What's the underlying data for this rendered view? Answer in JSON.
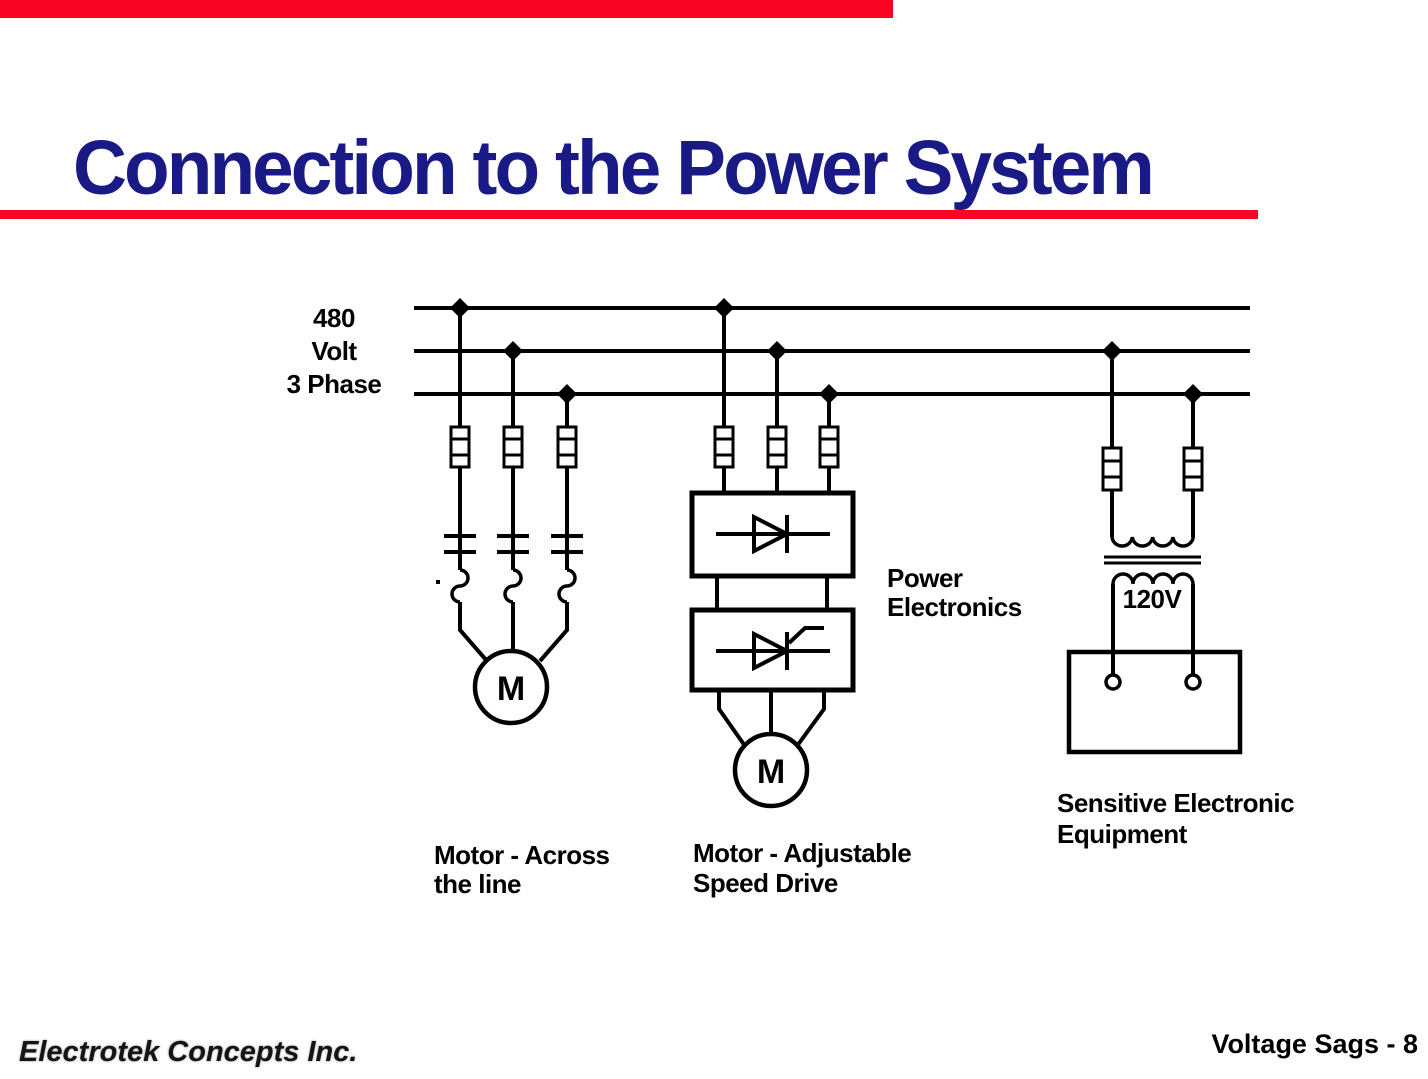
{
  "slide": {
    "title": "Connection to the Power System",
    "footer_left": "Electrotek Concepts Inc.",
    "footer_right": "Voltage Sags - 8"
  },
  "colors": {
    "title_navy": "#1a1a87",
    "accent_red": "#fa0423",
    "diagram_black": "#000000",
    "background": "#ffffff"
  },
  "diagram": {
    "bus_label": {
      "line1": "480",
      "line2": "Volt",
      "line3": "3 Phase"
    },
    "power_electronics_label": {
      "line1": "Power",
      "line2": "Electronics"
    },
    "transformer_label": "120V",
    "sensitive_label": {
      "line1": "Sensitive Electronic",
      "line2": "Equipment"
    },
    "motor_across_label": {
      "line1": "Motor - Across",
      "line2": "the line"
    },
    "motor_asd_label": {
      "line1": "Motor - Adjustable",
      "line2": "Speed Drive"
    },
    "motor1_letter": "M",
    "motor2_letter": "M"
  }
}
